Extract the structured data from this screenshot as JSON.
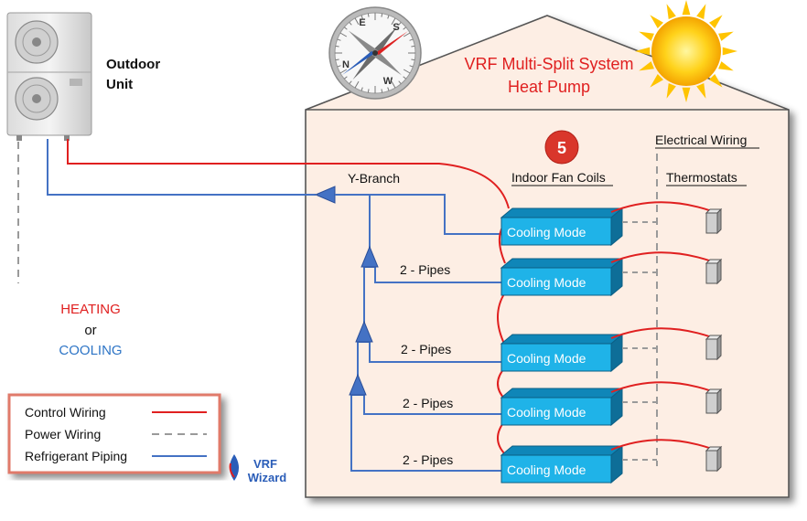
{
  "title": {
    "line1": "VRF Multi-Split System",
    "line2": "Heat Pump"
  },
  "outdoor_unit": {
    "line1": "Outdoor",
    "line2": "Unit"
  },
  "mode_text": {
    "heating": "HEATING",
    "or": "or",
    "cooling": "COOLING"
  },
  "step_badge": "5",
  "labels": {
    "y_branch": "Y-Branch",
    "indoor_fan_coils": "Indoor Fan Coils",
    "electrical_wiring": "Electrical Wiring",
    "thermostats": "Thermostats"
  },
  "pipe_labels": [
    "2 - Pipes",
    "2 - Pipes",
    "2 - Pipes",
    "2 - Pipes"
  ],
  "fan_coils": [
    {
      "mode": "Cooling Mode"
    },
    {
      "mode": "Cooling Mode"
    },
    {
      "mode": "Cooling Mode"
    },
    {
      "mode": "Cooling Mode"
    },
    {
      "mode": "Cooling Mode"
    }
  ],
  "legend": {
    "control": "Control Wiring",
    "power": "Power Wiring",
    "refrigerant": "Refrigerant Piping"
  },
  "logo": {
    "line1": "VRF",
    "line2": "Wizard"
  },
  "colors": {
    "control": "#e02020",
    "power": "#9a9a9a",
    "refrigerant": "#4472c4",
    "heating_text": "#e02020",
    "cooling_text": "#2e75c6",
    "unit_fill": "#1fb3e8",
    "house_fill": "#fdeee4"
  }
}
